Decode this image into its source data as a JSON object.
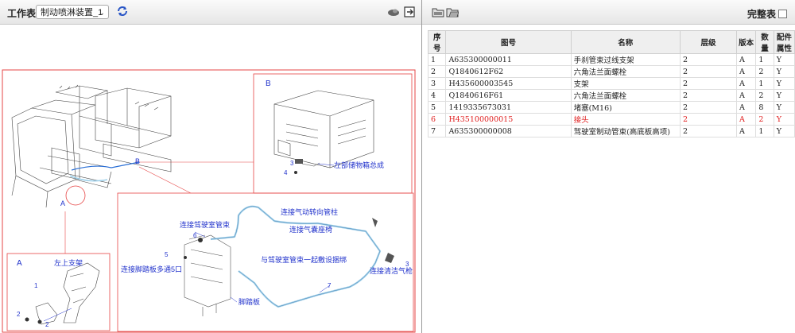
{
  "left_toolbar": {
    "label": "工作表",
    "select_value": "制动喷淋装置_1",
    "icons": [
      "refresh-icon",
      "view-icon",
      "export-icon"
    ]
  },
  "right_toolbar": {
    "icons": [
      "folder-icon",
      "open-folder-icon"
    ],
    "complete_label": "完整表"
  },
  "table": {
    "headers": [
      "序号",
      "图号",
      "名称",
      "层级",
      "版本",
      "数量",
      "配件属性"
    ],
    "rows": [
      [
        "1",
        "A635300000011",
        "手刹管束过线支架",
        "2",
        "A",
        "1",
        "Y"
      ],
      [
        "2",
        "Q1840612F62",
        "六角法兰面螺栓",
        "2",
        "A",
        "2",
        "Y"
      ],
      [
        "3",
        "H435600003545",
        "支架",
        "2",
        "A",
        "1",
        "Y"
      ],
      [
        "4",
        "Q1840616F61",
        "六角法兰面螺栓",
        "2",
        "A",
        "2",
        "Y"
      ],
      [
        "5",
        "1419335673031",
        "堵塞(M16)",
        "2",
        "A",
        "8",
        "Y"
      ],
      [
        "6",
        "H435100000015",
        "接头",
        "2",
        "A",
        "2",
        "Y"
      ],
      [
        "7",
        "A635300000008",
        "驾驶室制动管束(高底板高项)",
        "2",
        "A",
        "1",
        "Y"
      ]
    ],
    "highlight_row": 6,
    "highlight_color": "#e02020"
  },
  "drawing": {
    "view_b_label": "B",
    "view_a_label": "A",
    "callout_a": "A",
    "callout_b": "B",
    "left_storage": "左部储物箱总成",
    "left_bracket": "左上支架",
    "conn_cab_harness": "连接驾驶室管束",
    "conn_steering": "连接气动转向管柱",
    "conn_airbag_seat": "连接气囊座椅",
    "conn_pedal": "连接脚踏板多通5口",
    "bundle_with_cab": "与驾驶室管束一起敷设捆绑",
    "conn_clean_gun": "连接清洁气枪",
    "pedal": "脚踏板",
    "num1": "1",
    "num2": "2",
    "num3": "3",
    "num4": "4",
    "num5": "5",
    "num6": "6",
    "num7": "7",
    "accent_red": "#e64545",
    "accent_blue": "#2233cc",
    "pipe_color": "#9fd0ea"
  }
}
